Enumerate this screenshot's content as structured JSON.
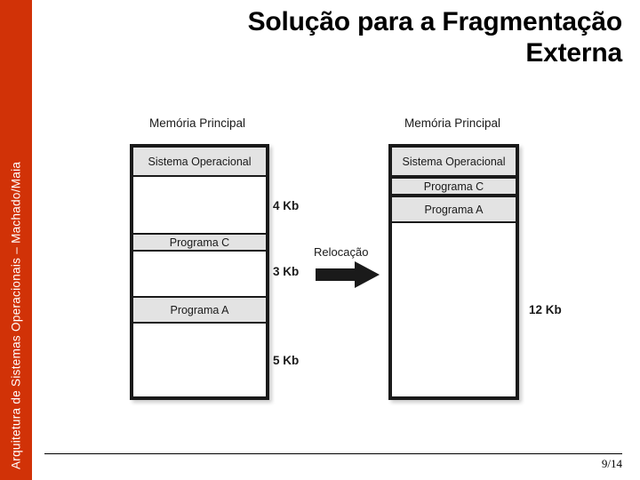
{
  "sidebar": {
    "label": "Arquitetura de Sistemas Operacionais – Machado/Maia",
    "color": "#d13207"
  },
  "title": {
    "line1": "Solução para a Fragmentação",
    "line2": "Externa"
  },
  "diagram": {
    "left": {
      "caption": "Memória Principal",
      "segments": [
        {
          "label": "Sistema Operacional",
          "type": "used"
        },
        {
          "label": "",
          "type": "free"
        },
        {
          "label": "Programa C",
          "type": "used"
        },
        {
          "label": "",
          "type": "free"
        },
        {
          "label": "Programa A",
          "type": "used"
        },
        {
          "label": "",
          "type": "free"
        }
      ],
      "annotations": [
        {
          "text": "4 Kb"
        },
        {
          "text": "3 Kb"
        },
        {
          "text": "5 Kb"
        }
      ]
    },
    "right": {
      "caption": "Memória Principal",
      "segments": [
        {
          "label": "Sistema Operacional",
          "type": "used"
        },
        {
          "label": "Programa C",
          "type": "used"
        },
        {
          "label": "Programa A",
          "type": "used"
        },
        {
          "label": "",
          "type": "free"
        }
      ],
      "annotations": [
        {
          "text": "12 Kb"
        }
      ]
    },
    "relocation": {
      "label": "Relocação",
      "arrow_icon": "arrow-right-icon",
      "arrow_color": "#1a1a1a"
    }
  },
  "footer": {
    "page": "9/14"
  }
}
